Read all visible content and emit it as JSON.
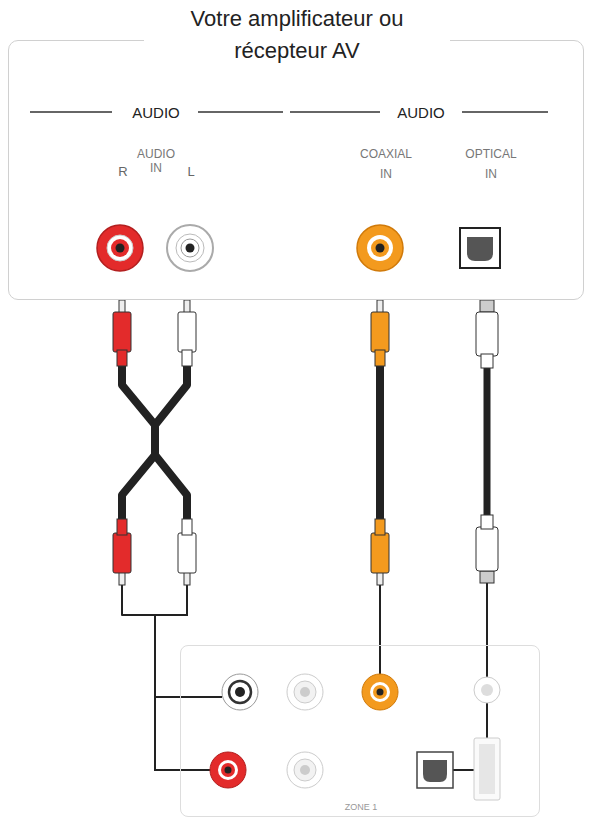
{
  "diagram": {
    "nodes": [
      {
        "text": [
          "Votre amplificateur ou récepteur AV",
          "AUDIO",
          "AUDIO",
          "AUDIO IN",
          "R",
          "L",
          "COAXIAL IN",
          "OPTICAL IN"
        ]
      },
      {
        "text": [
          "ZONE 1"
        ]
      }
    ],
    "edges": [
      {
        "from": 0,
        "to": 1,
        "arrow": "none"
      },
      {
        "from": 0,
        "to": 1,
        "arrow": "none"
      },
      {
        "from": 0,
        "to": 1,
        "arrow": "none"
      }
    ]
  }
}
